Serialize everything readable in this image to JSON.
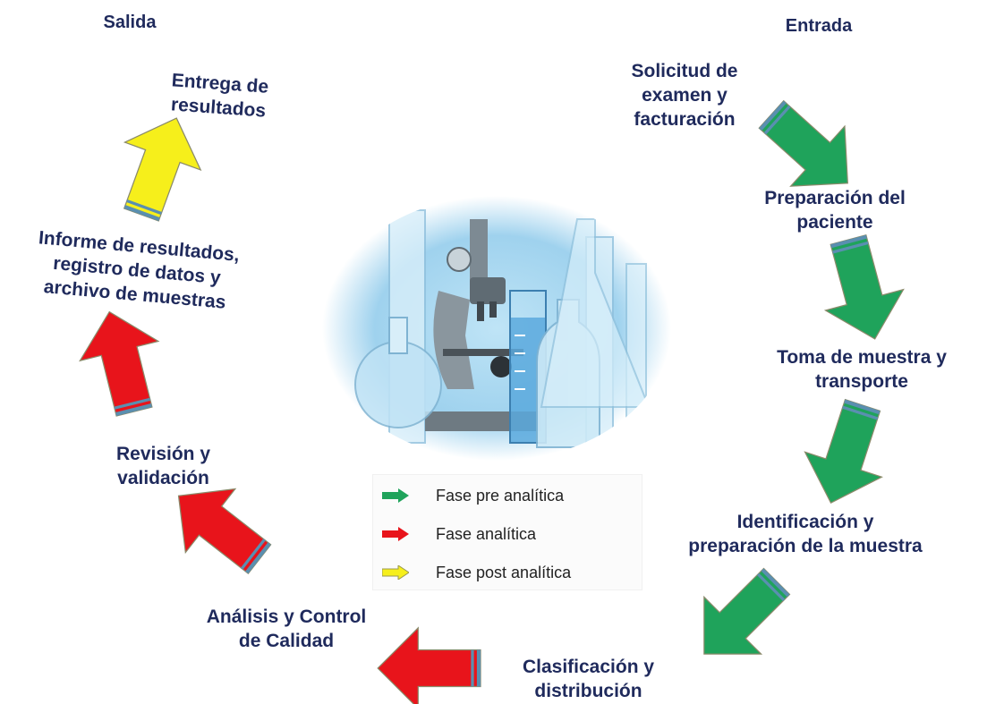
{
  "headers": {
    "left": "Salida",
    "right": "Entrada"
  },
  "steps": [
    {
      "label": "Solicitud de\nexamen y\nfacturación",
      "phase": "pre"
    },
    {
      "label": "Preparación del\npaciente",
      "phase": "pre"
    },
    {
      "label": "Toma de muestra y\ntransporte",
      "phase": "pre"
    },
    {
      "label": "Identificación y\npreparación de la muestra",
      "phase": "pre"
    },
    {
      "label": "Clasificación y\ndistribución",
      "phase": "analytic"
    },
    {
      "label": "Análisis y Control\nde Calidad",
      "phase": "analytic"
    },
    {
      "label": "Revisión y\nvalidación",
      "phase": "analytic"
    },
    {
      "label": "Informe de resultados,\nregistro de datos y\narchivo de muestras",
      "phase": "analytic"
    },
    {
      "label": "Entrega de\nresultados",
      "phase": "post"
    }
  ],
  "legend": [
    {
      "label": "Fase pre analítica",
      "color": "#1fa35b"
    },
    {
      "label": "Fase analítica",
      "color": "#e8141b"
    },
    {
      "label": "Fase post analítica",
      "color": "#f6ef1b"
    }
  ],
  "colors": {
    "label": "#1f2a5c",
    "pre": "#1fa35b",
    "analytic": "#e8141b",
    "post": "#f6ef1b",
    "stripe": "#5a8fb0"
  }
}
